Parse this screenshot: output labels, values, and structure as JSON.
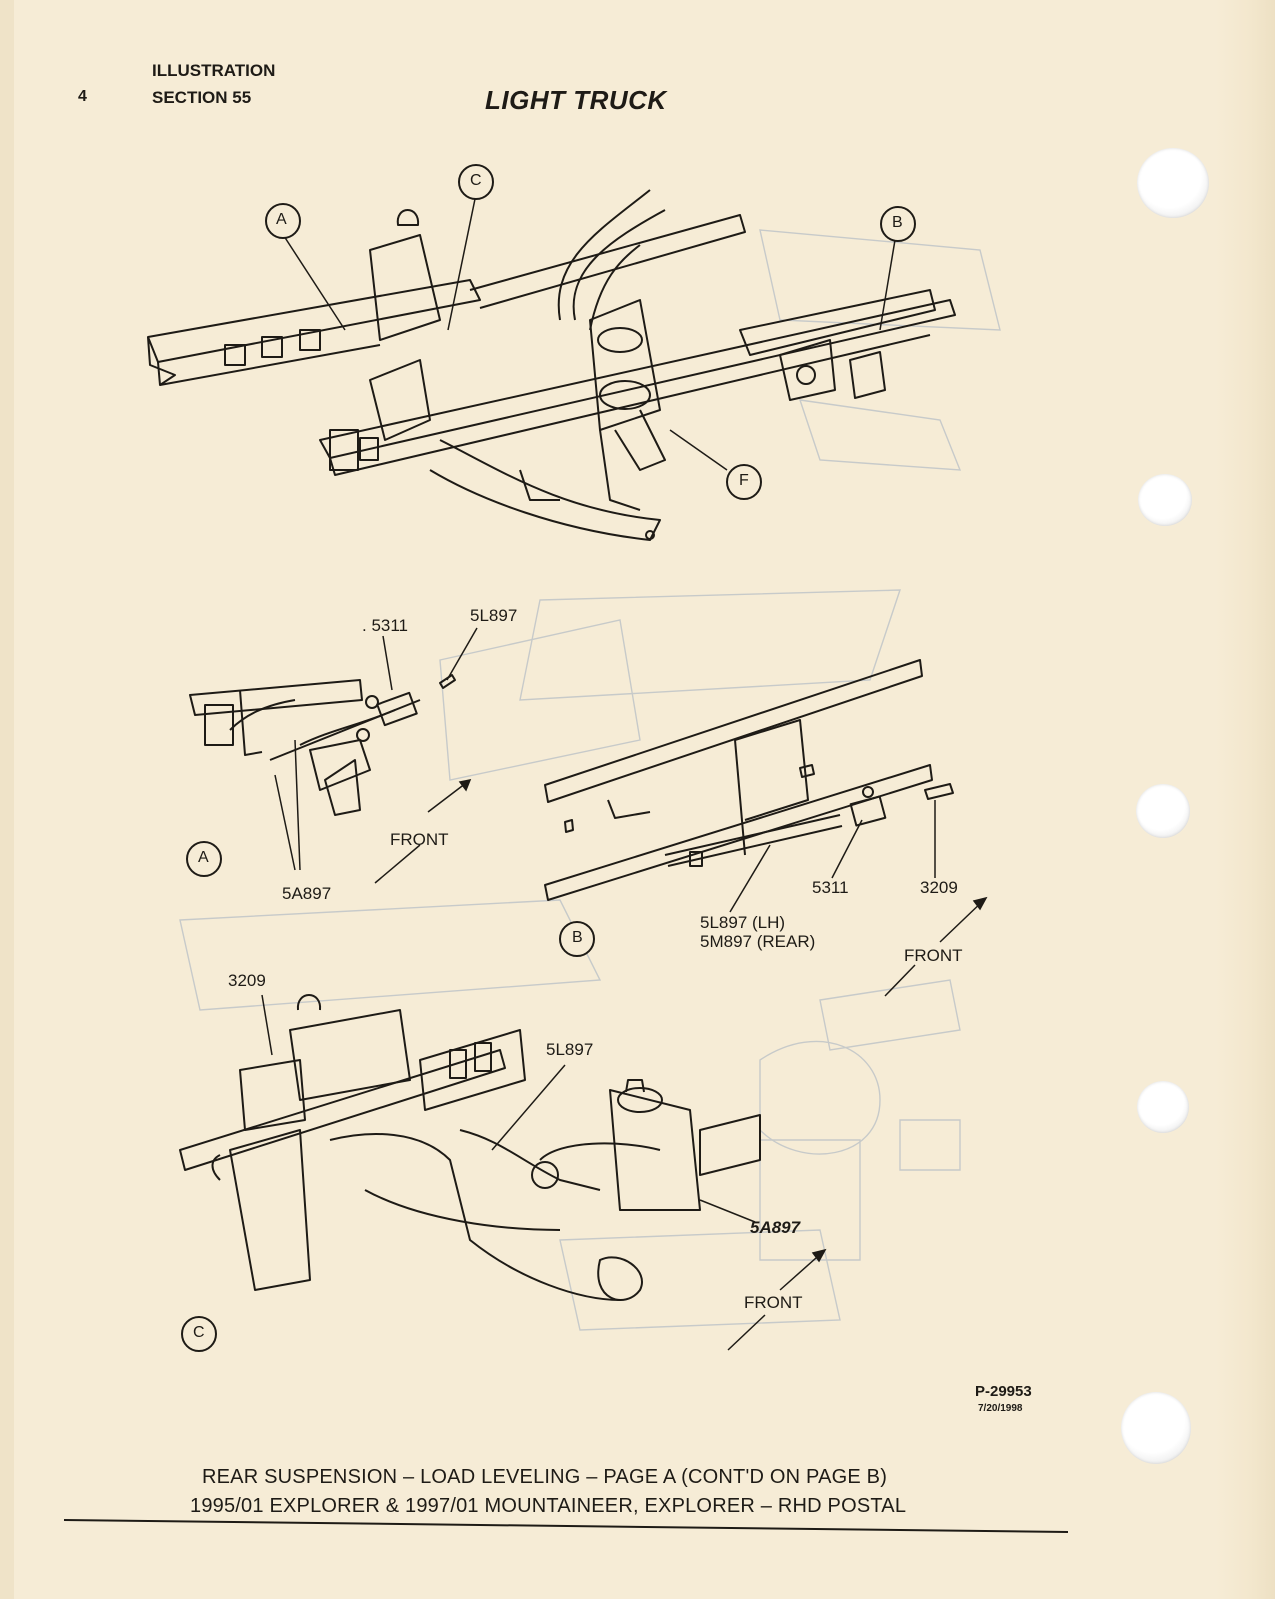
{
  "header": {
    "page_number": "4",
    "line1": "ILLUSTRATION",
    "line2": "SECTION 55",
    "title": "LIGHT TRUCK"
  },
  "callouts": {
    "A": "A",
    "B": "B",
    "C": "C",
    "F": "F"
  },
  "detail_a": {
    "label_5311": ". 5311",
    "label_5l897": "5L897",
    "label_front": "FRONT",
    "label_5a897": "5A897",
    "callout": "A"
  },
  "detail_b": {
    "label_5311": "5311",
    "label_3209": "3209",
    "label_line1": "5L897 (LH)",
    "label_line2": "5M897 (REAR)",
    "label_front": "FRONT",
    "callout": "B"
  },
  "detail_c": {
    "label_3209": "3209",
    "label_5l897": "5L897",
    "label_5a897": "5A897",
    "label_front": "FRONT",
    "callout": "C"
  },
  "reference": {
    "number": "P-29953",
    "date": "7/20/1998"
  },
  "caption": {
    "line1": "REAR SUSPENSION – LOAD LEVELING – PAGE A (CONT'D ON PAGE B)",
    "line2": "1995/01 EXPLORER & 1997/01 MOUNTAINEER, EXPLORER – RHD POSTAL"
  },
  "colors": {
    "paper": "#f6ecd6",
    "ink": "#1e1b16",
    "bleed": "#a9b4c2"
  }
}
